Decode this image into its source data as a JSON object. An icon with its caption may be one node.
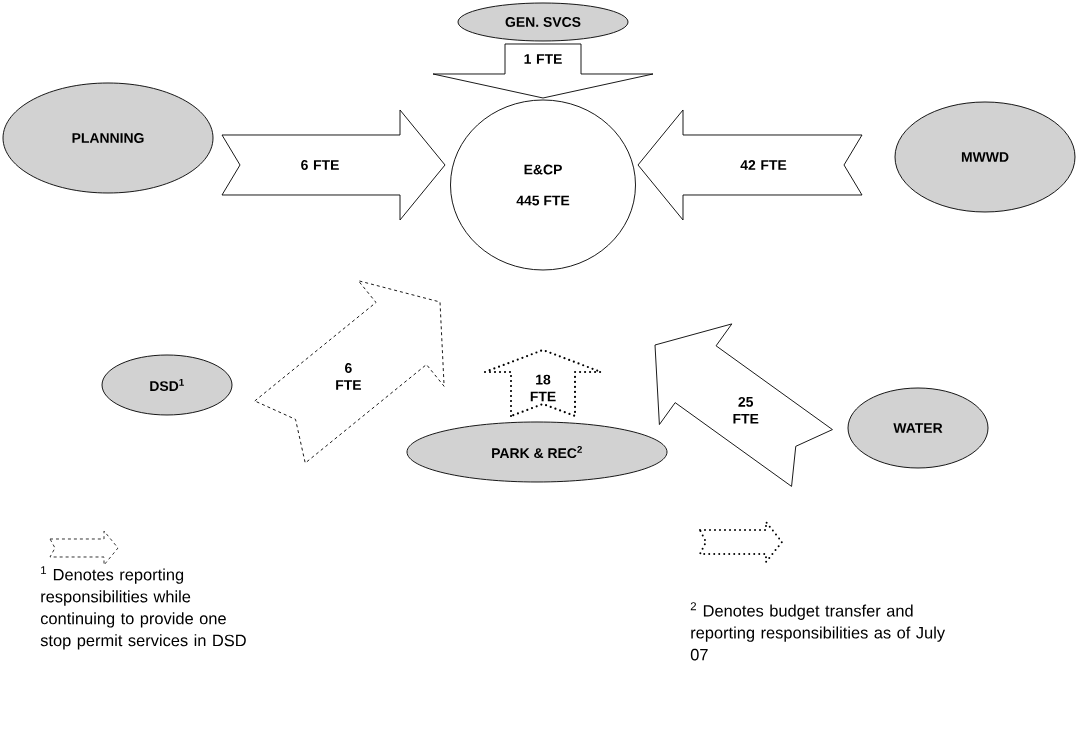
{
  "diagram": {
    "nodes": [
      {
        "text": [
          "GEN. SVCS"
        ]
      },
      {
        "text": [
          "PLANNING"
        ]
      },
      {
        "text": [
          "E&CP",
          "445 FTE"
        ]
      },
      {
        "text": [
          "MWWD"
        ]
      },
      {
        "text": [
          "DSD$^{1}$"
        ]
      },
      {
        "text": [
          "WATER"
        ]
      },
      {
        "text": [
          "PARK & REC$^{2}$"
        ]
      }
    ],
    "edges": [
      {
        "from": 0,
        "to": 2,
        "arrow": "to",
        "label": "1 FTE"
      },
      {
        "from": 1,
        "to": 2,
        "arrow": "to",
        "label": "6 FTE"
      },
      {
        "from": 3,
        "to": 2,
        "arrow": "to",
        "label": "42 FTE"
      },
      {
        "from": 4,
        "to": 2,
        "arrow": "to",
        "label": "6 FTE",
        "style": "dashed"
      },
      {
        "from": 6,
        "to": 2,
        "arrow": "to",
        "label": "18 FTE",
        "style": "dashed"
      },
      {
        "from": 5,
        "to": 2,
        "arrow": "to",
        "label": "25 FTE"
      }
    ],
    "legend": [
      {
        "text": "$^{1}$ Denotes reporting responsibilities while continuing to provide one stop permit services in DSD"
      },
      {
        "text": "$^{2}$ Denotes budget transfer and reporting responsibilities as of July 07"
      }
    ]
  }
}
